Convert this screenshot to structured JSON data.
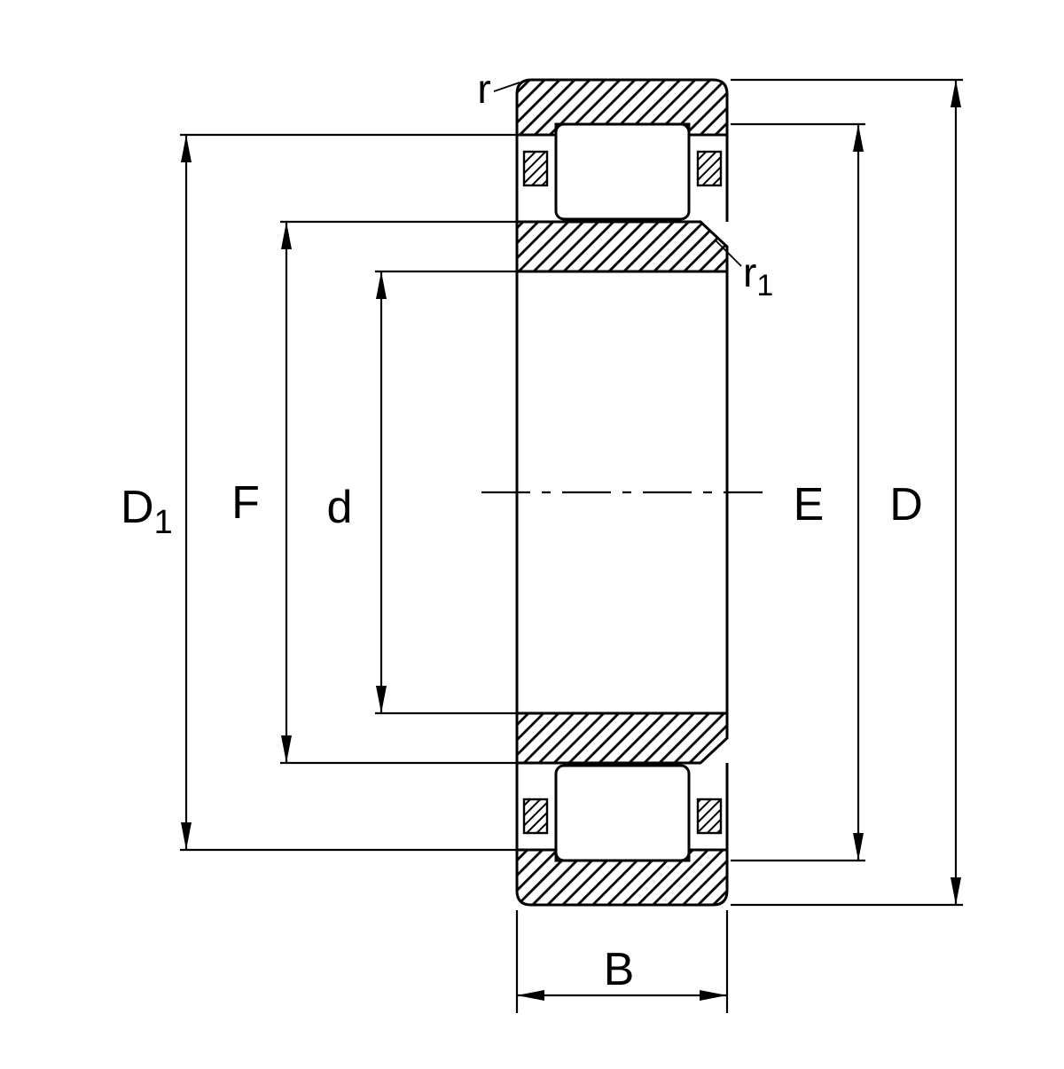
{
  "colors": {
    "line": "#000000",
    "background": "#ffffff"
  },
  "labels": {
    "D1": {
      "base": "D",
      "sub": "1"
    },
    "F": "F",
    "d": "d",
    "E": "E",
    "D": "D",
    "B": "B",
    "r": "r",
    "r1": {
      "base": "r",
      "sub": "1"
    }
  }
}
